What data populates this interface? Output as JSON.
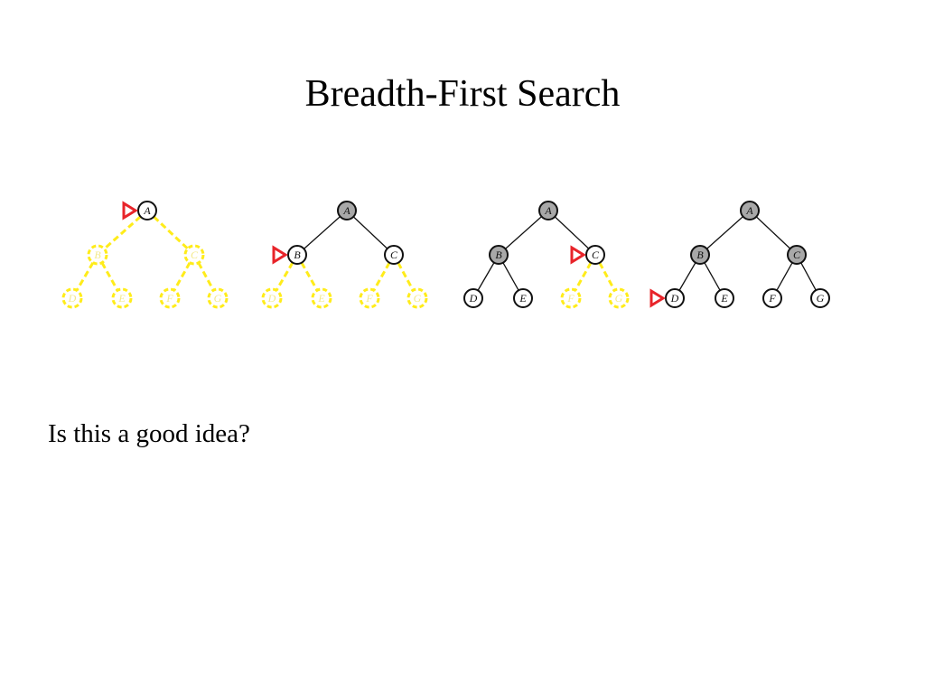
{
  "slide": {
    "title": "Breadth-First Search",
    "question": "Is this a good idea?"
  },
  "diagram": {
    "node_labels": [
      "A",
      "B",
      "C",
      "D",
      "E",
      "F",
      "G"
    ],
    "edges": [
      [
        "A",
        "B"
      ],
      [
        "A",
        "C"
      ],
      [
        "B",
        "D"
      ],
      [
        "B",
        "E"
      ],
      [
        "C",
        "F"
      ],
      [
        "C",
        "G"
      ]
    ],
    "steps": [
      {
        "expanded": [],
        "frontier": [
          "A"
        ],
        "unexplored": [
          "B",
          "C",
          "D",
          "E",
          "F",
          "G"
        ],
        "next": "A"
      },
      {
        "expanded": [
          "A"
        ],
        "frontier": [
          "B",
          "C"
        ],
        "unexplored": [
          "D",
          "E",
          "F",
          "G"
        ],
        "next": "B"
      },
      {
        "expanded": [
          "A",
          "B"
        ],
        "frontier": [
          "C",
          "D",
          "E"
        ],
        "unexplored": [
          "F",
          "G"
        ],
        "next": "C"
      },
      {
        "expanded": [
          "A",
          "B",
          "C"
        ],
        "frontier": [
          "D",
          "E",
          "F",
          "G"
        ],
        "unexplored": [],
        "next": "D"
      }
    ],
    "colors": {
      "expanded_fill": "#a8a8a8",
      "frontier_fill": "#ffffff",
      "stroke": "#111111",
      "unexplored_stroke": "#ffec1a",
      "unexplored_text": "#f3e98a",
      "pointer": "#e8242a"
    }
  }
}
